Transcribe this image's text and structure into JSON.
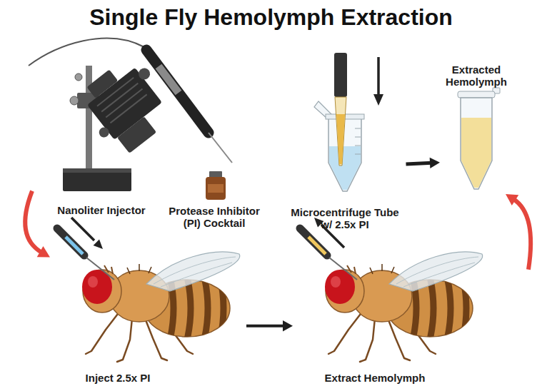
{
  "diagram": {
    "title": "Single Fly Hemolymph Extraction",
    "nodes": [
      {
        "text": [
          "Nanoliter Injector"
        ]
      },
      {
        "text": [
          "Protease Inhibitor (PI) Cocktail"
        ]
      },
      {
        "text": [
          "Microcentrifuge Tube w/ 2.5x PI"
        ]
      },
      {
        "text": [
          "Extracted Hemolymph"
        ]
      },
      {
        "text": [
          "Inject 2.5x PI"
        ]
      },
      {
        "text": [
          "Extract Hemolymph"
        ]
      }
    ],
    "edges": [
      {
        "from": 0,
        "to": 4,
        "arrow": "to"
      },
      {
        "from": 4,
        "to": 5,
        "arrow": "to"
      },
      {
        "from": 2,
        "to": 3,
        "arrow": "to"
      },
      {
        "from": 5,
        "to": 3,
        "arrow": "to"
      }
    ]
  }
}
